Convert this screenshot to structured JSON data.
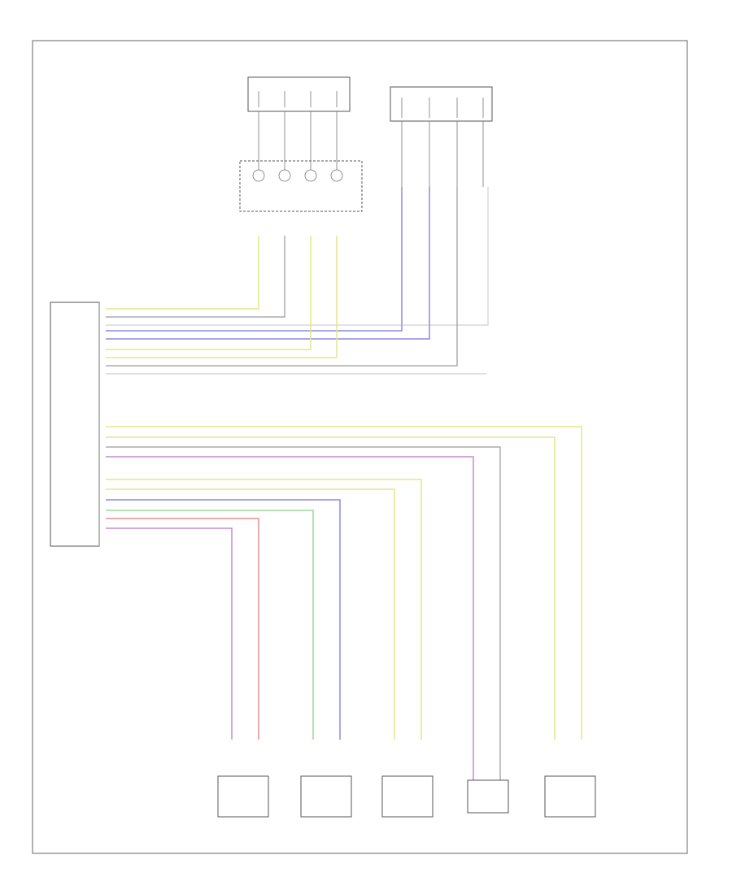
{
  "page": {
    "footer_code": ""
  },
  "modules": {
    "top_left": {
      "title": "",
      "subtitle": ""
    },
    "top_right": {
      "title": "",
      "subtitle": ""
    },
    "sensor": {
      "label": ""
    },
    "control_module": {
      "label": ""
    }
  },
  "connector_labels": [],
  "components": [
    {
      "id": "comp1",
      "label": ""
    },
    {
      "id": "comp2",
      "label": ""
    },
    {
      "id": "comp3",
      "label": ""
    },
    {
      "id": "comp4",
      "label": ""
    },
    {
      "id": "comp5",
      "label": ""
    }
  ],
  "wire_colors": {
    "yellow": "#e6e68a",
    "gray": "#9a9a9a",
    "blue": "#8a8ae6",
    "violet": "#c88ad0",
    "green": "#9ad89a",
    "red": "#e69090",
    "lightgray": "#d0d0d0"
  }
}
